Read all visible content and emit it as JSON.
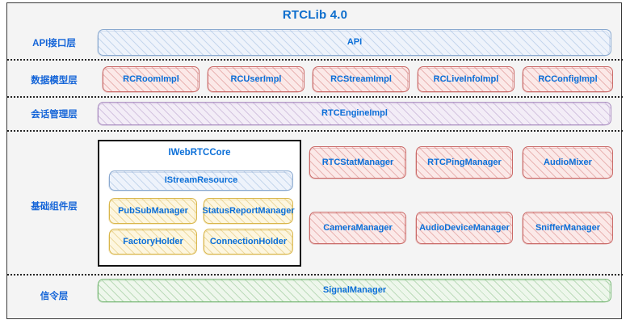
{
  "diagram": {
    "title": "RTCLib 4.0",
    "accent_color": "#0b6fd8",
    "background": "#f4f4f4",
    "layers": [
      {
        "label": "API接口层"
      },
      {
        "label": "数据模型层"
      },
      {
        "label": "会话管理层"
      },
      {
        "label": "基础组件层"
      },
      {
        "label": "信令层"
      }
    ]
  },
  "api_layer": {
    "bar_label": "API",
    "color": "#8aa9cf"
  },
  "data_model_layer": {
    "color": "#ca6a68",
    "items": [
      {
        "label": "RCRoomImpl"
      },
      {
        "label": "RCUserImpl"
      },
      {
        "label": "RCStreamImpl"
      },
      {
        "label": "RCLiveInfoImpl"
      },
      {
        "label": "RCConfigImpl"
      }
    ]
  },
  "session_layer": {
    "bar_label": "RTCEngineImpl",
    "color": "#a98cc0"
  },
  "component_layer": {
    "core": {
      "title": "IWebRTCCore",
      "stream_resource": {
        "label": "IStreamResource",
        "color": "#8aa9cf"
      },
      "holders_color": "#d9b64a",
      "holders": [
        {
          "label": "PubSubManager"
        },
        {
          "label": "StatusReportManager"
        },
        {
          "label": "FactoryHolder"
        },
        {
          "label": "ConnectionHolder"
        }
      ]
    },
    "managers_color": "#ca6a68",
    "managers": [
      {
        "label": "RTCStatManager"
      },
      {
        "label": "RTCPingManager"
      },
      {
        "label": "AudioMixer"
      },
      {
        "label": "CameraManager"
      },
      {
        "label": "AudioDeviceManager"
      },
      {
        "label": "SnifferManager"
      }
    ]
  },
  "signal_layer": {
    "bar_label": "SignalManager",
    "color": "#79b877"
  }
}
